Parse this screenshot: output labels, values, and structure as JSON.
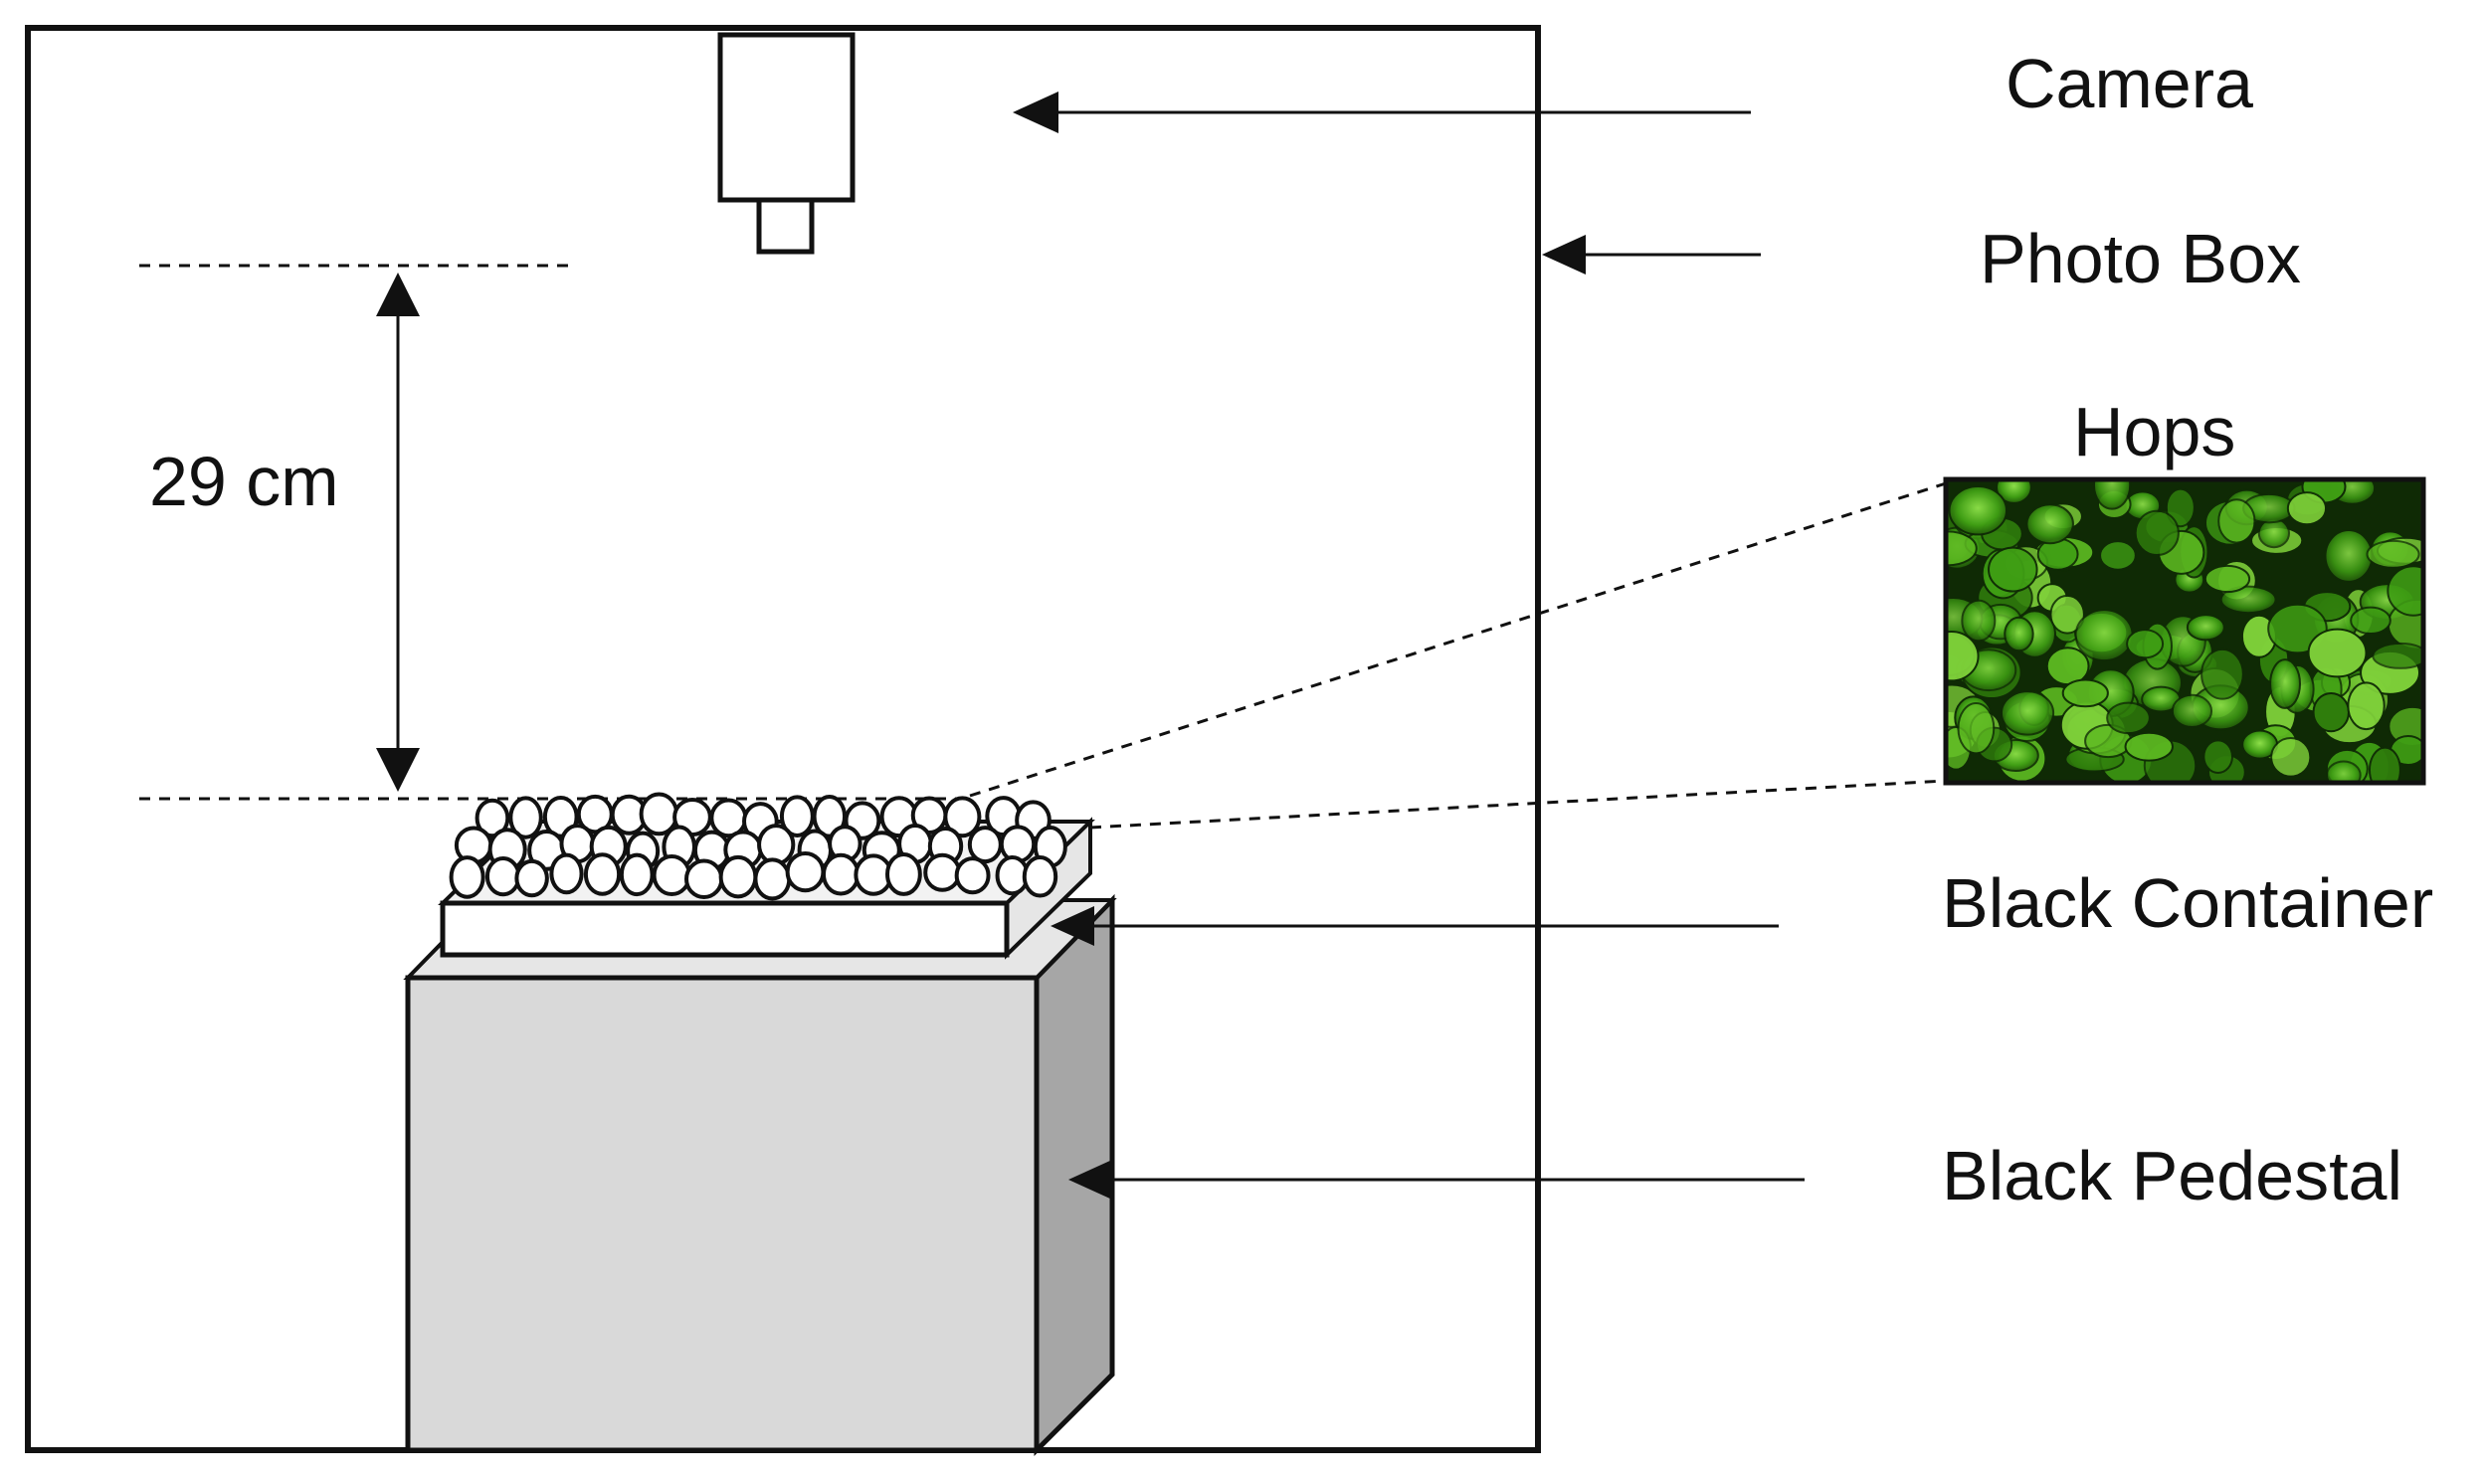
{
  "labels": {
    "camera": "Camera",
    "photo_box": "Photo Box",
    "hops": "Hops",
    "black_container": "Black Container",
    "black_pedestal": "Black Pedestal",
    "distance": "29 cm"
  },
  "colors": {
    "stroke": "#111111",
    "pedestal_front": "#d9d9d9",
    "pedestal_top": "#e6e6e6",
    "pedestal_side": "#a6a6a6",
    "hops_dark": "#0f2a05",
    "hops_green": "#3f9e14",
    "hops_light": "#7fd13a"
  },
  "icons": {
    "camera": "camera-icon",
    "hop_cone": "hop-cone-icon"
  }
}
